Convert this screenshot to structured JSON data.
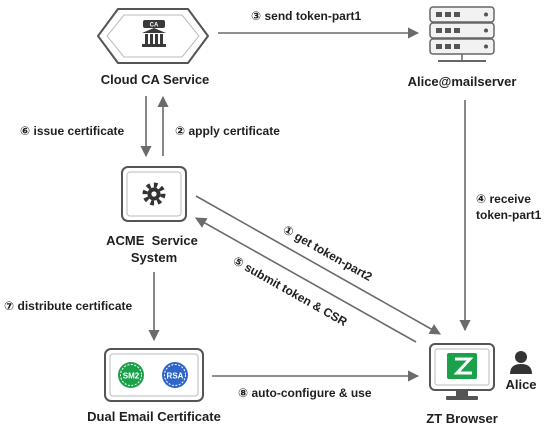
{
  "nodes": {
    "cloud_ca": {
      "label": "Cloud CA Service",
      "badge": "CA"
    },
    "mailserver": {
      "label": "Alice@mailserver"
    },
    "acme": {
      "label_line1": "ACME  Service",
      "label_line2": "System"
    },
    "certs": {
      "label": "Dual Email Certificate",
      "badges": [
        "SM2",
        "RSA"
      ]
    },
    "browser": {
      "label": "ZT Browser",
      "user": "Alice"
    }
  },
  "edges": {
    "send_token_part1": "③ send token-part1",
    "issue_certificate": "⑥ issue certificate",
    "apply_certificate": "② apply certificate",
    "receive_token_part1_line1": "④ receive",
    "receive_token_part1_line2": "token-part1",
    "get_token_part2": "① get token-part2",
    "submit_token_csr": "⑤ submit token & CSR",
    "distribute_certificate": "⑦ distribute certificate",
    "auto_configure_use": "⑧ auto-configure & use"
  },
  "colors": {
    "arrow": "#6b6b6b",
    "icon_stroke": "#555555",
    "sm2_badge": "#1aa14a",
    "rsa_badge": "#2f66c8",
    "zt_green": "#1aa14a"
  }
}
